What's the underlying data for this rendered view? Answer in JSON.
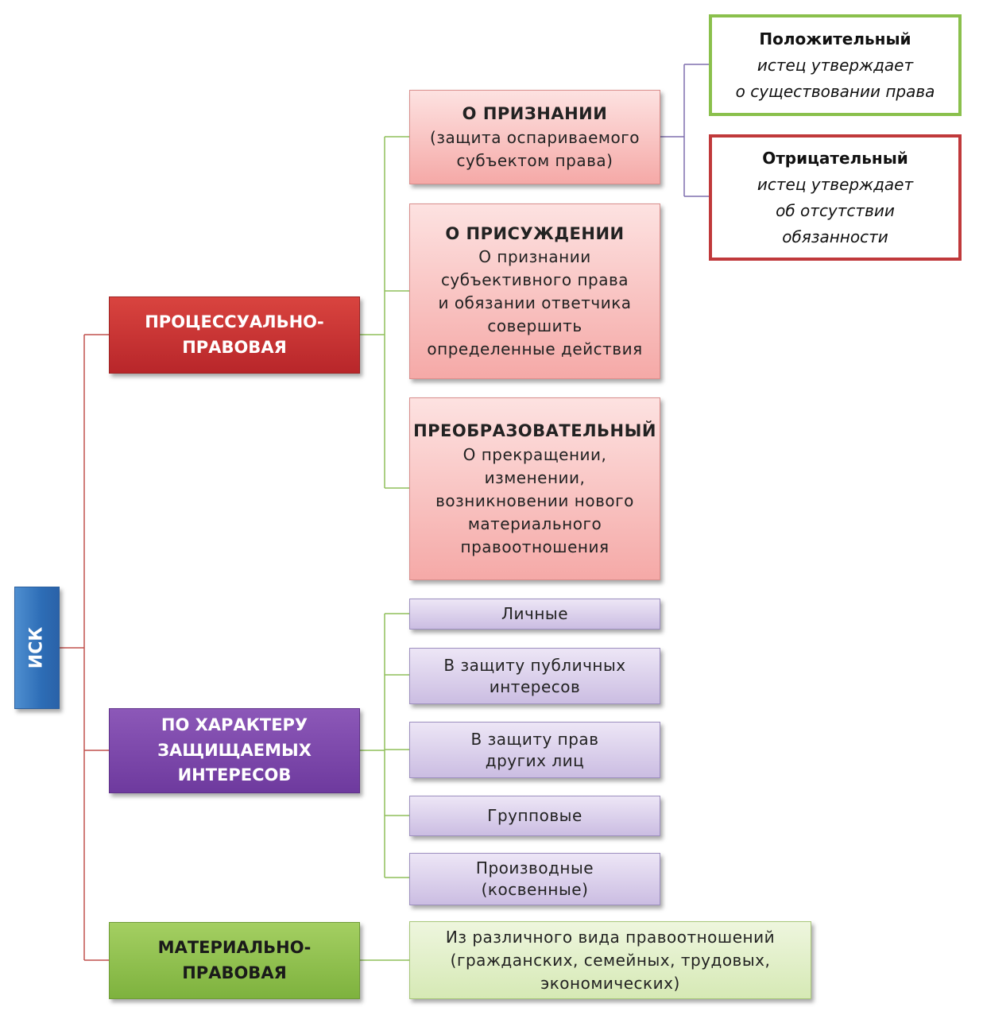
{
  "root": {
    "label": "ИСК"
  },
  "categories": {
    "procedural": {
      "label_lines": [
        "ПРОЦЕССУАЛЬНО-",
        "ПРАВОВАЯ"
      ]
    },
    "interests": {
      "label_lines": [
        "ПО ХАРАКТЕРУ",
        "ЗАЩИЩАЕМЫХ",
        "ИНТЕРЕСОВ"
      ]
    },
    "material": {
      "label_lines": [
        "МАТЕРИАЛЬНО-",
        "ПРАВОВАЯ"
      ]
    }
  },
  "procedural_items": [
    {
      "title": "О ПРИЗНАНИИ",
      "lines": [
        "(защита оспариваемого",
        "субъектом права)"
      ]
    },
    {
      "title": "О ПРИСУЖДЕНИИ",
      "lines": [
        "О признании",
        "субъективного права",
        "и обязании ответчика",
        "совершить",
        "определенные действия"
      ]
    },
    {
      "title": "ПРЕОБРАЗОВАТЕЛЬНЫЙ",
      "lines": [
        "О прекращении,",
        "изменении,",
        "возникновении нового",
        "материального",
        "правоотношения"
      ]
    }
  ],
  "recognition_subtypes": {
    "positive": {
      "title": "Положительный",
      "lines": [
        "истец утверждает",
        "о существовании права"
      ]
    },
    "negative": {
      "title": "Отрицательный",
      "lines": [
        "истец утверждает",
        "об отсутствии",
        "обязанности"
      ]
    }
  },
  "interest_items": [
    {
      "lines": [
        "Личные"
      ]
    },
    {
      "lines": [
        "В защиту публичных",
        "интересов"
      ]
    },
    {
      "lines": [
        "В защиту прав",
        "других лиц"
      ]
    },
    {
      "lines": [
        "Групповые"
      ]
    },
    {
      "lines": [
        "Производные",
        "(косвенные)"
      ]
    }
  ],
  "material_item": {
    "lines": [
      "Из различного вида правоотношений",
      "(гражданских, семейных, трудовых,",
      "экономических)"
    ]
  },
  "colors": {
    "connector_red": "#c0504d",
    "connector_green": "#8fbf5a",
    "connector_purple": "#7f6fae"
  }
}
